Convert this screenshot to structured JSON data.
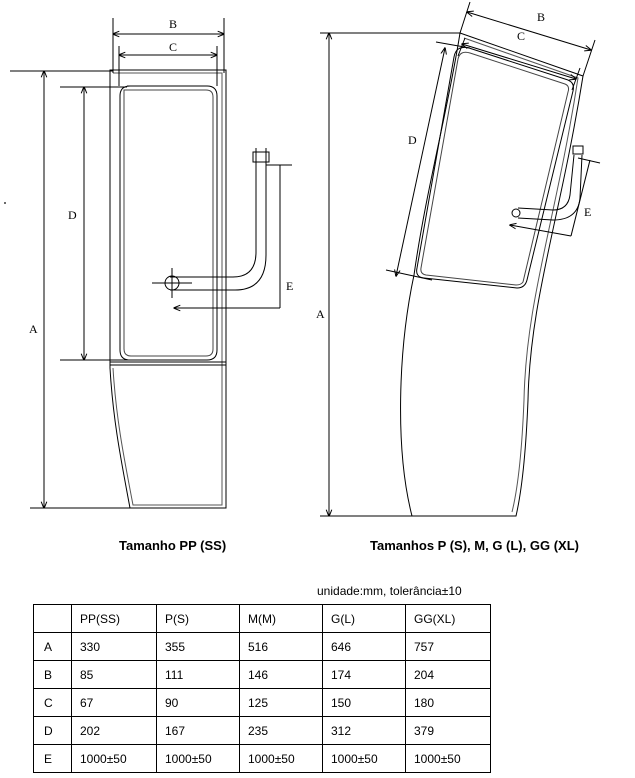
{
  "labels": {
    "left": {
      "A": "A",
      "B": "B",
      "C": "C",
      "D": "D",
      "E": "E"
    },
    "right": {
      "A": "A",
      "B": "B",
      "C": "C",
      "D": "D",
      "E": "E"
    }
  },
  "captions": {
    "left": "Tamanho PP (SS)",
    "right": "Tamanhos P (S), M, G (L), GG (XL)"
  },
  "table": {
    "note": "unidade:mm,  tolerância±10",
    "headers": [
      "",
      "PP(SS)",
      "P(S)",
      "M(M)",
      "G(L)",
      "GG(XL)"
    ],
    "rows": [
      [
        "A",
        "330",
        "355",
        "516",
        "646",
        "757"
      ],
      [
        "B",
        "85",
        "111",
        "146",
        "174",
        "204"
      ],
      [
        "C",
        "67",
        "90",
        "125",
        "150",
        "180"
      ],
      [
        "D",
        "202",
        "167",
        "235",
        "312",
        "379"
      ],
      [
        "E",
        "1000±50",
        "1000±50",
        "1000±50",
        "1000±50",
        "1000±50"
      ]
    ]
  }
}
